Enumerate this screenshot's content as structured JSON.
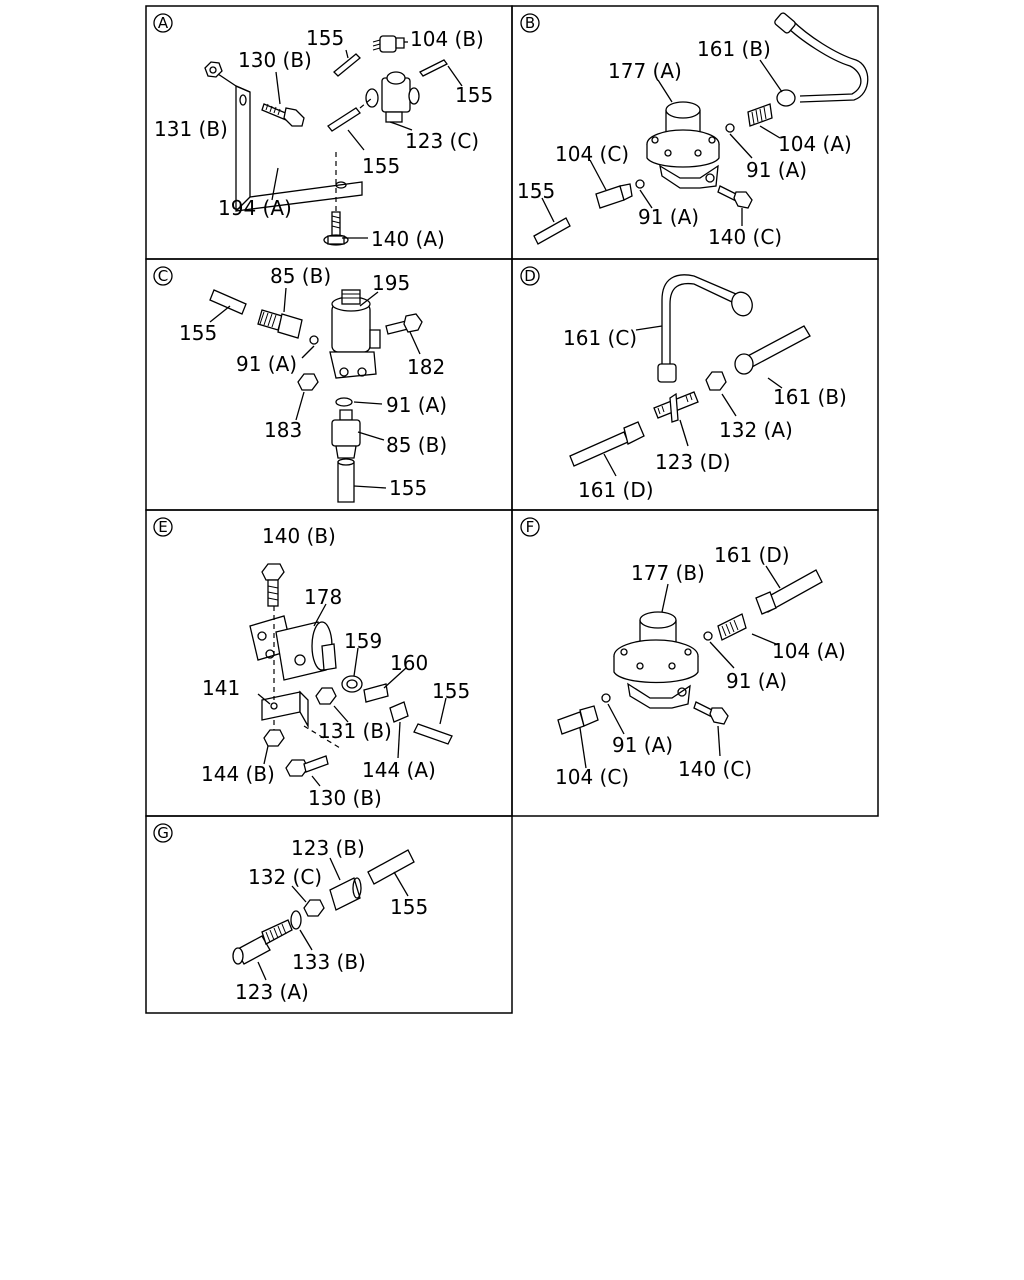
{
  "panels": [
    {
      "letter": "A",
      "labels": [
        "155",
        "104 (B)",
        "130 (B)",
        "155",
        "131 (B)",
        "123 (C)",
        "155",
        "194 (A)",
        "140 (A)"
      ]
    },
    {
      "letter": "B",
      "labels": [
        "161 (B)",
        "177 (A)",
        "104 (A)",
        "104 (C)",
        "91 (A)",
        "155",
        "91 (A)",
        "140 (C)"
      ]
    },
    {
      "letter": "C",
      "labels": [
        "85 (B)",
        "195",
        "155",
        "182",
        "91 (A)",
        "91 (A)",
        "183",
        "85 (B)",
        "155"
      ]
    },
    {
      "letter": "D",
      "labels": [
        "161 (C)",
        "161 (B)",
        "132 (A)",
        "123 (D)",
        "161 (D)"
      ]
    },
    {
      "letter": "E",
      "labels": [
        "140 (B)",
        "178",
        "159",
        "160",
        "141",
        "155",
        "131 (B)",
        "144 (B)",
        "144 (A)",
        "130 (B)"
      ]
    },
    {
      "letter": "F",
      "labels": [
        "161 (D)",
        "177 (B)",
        "104 (A)",
        "91 (A)",
        "91 (A)",
        "104 (C)",
        "140 (C)"
      ]
    },
    {
      "letter": "G",
      "labels": [
        "123 (B)",
        "132 (C)",
        "155",
        "133 (B)",
        "123 (A)"
      ]
    }
  ]
}
